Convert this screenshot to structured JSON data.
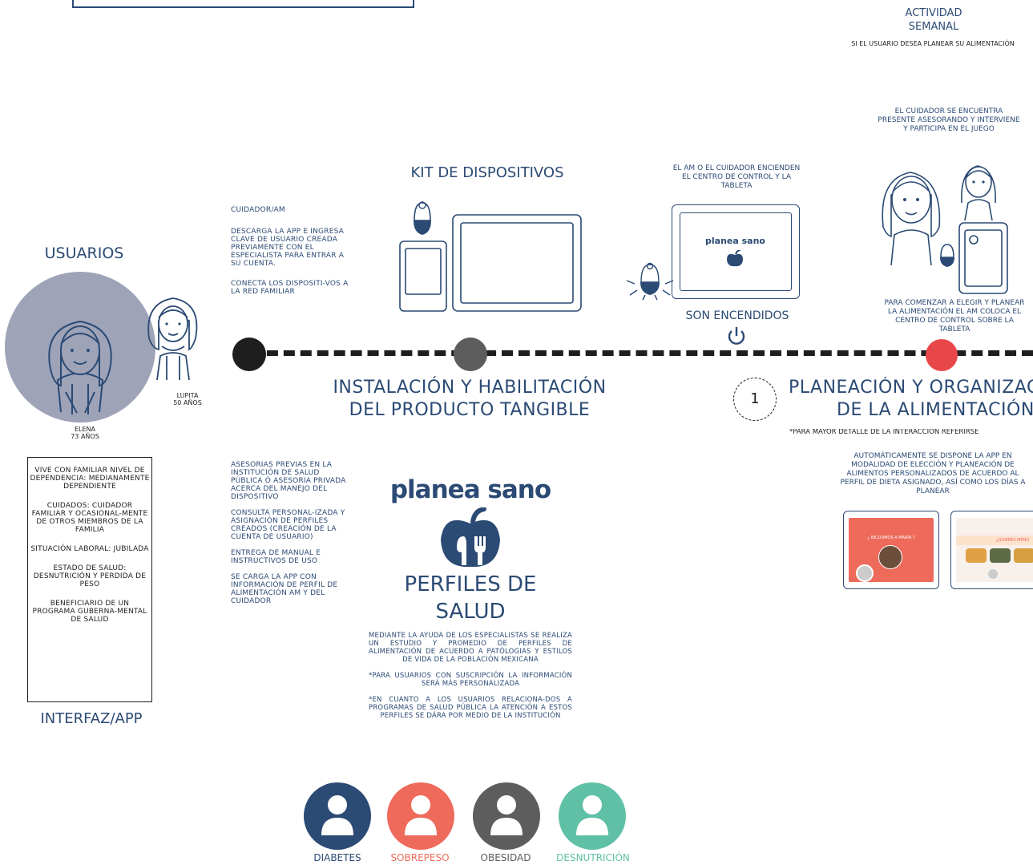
{
  "top_partial_box": "",
  "actividad": {
    "title_line1": "ACTIVIDAD",
    "title_line2": "SEMANAL",
    "subtitle": "SI EL USUARIO DESEA PLANEAR SU ALIMENTACIÓN"
  },
  "usuarios": {
    "title": "USUARIOS",
    "elena_name": "ELENA",
    "elena_age": "73 AÑOS",
    "lupita_name": "LUPITA",
    "lupita_age": "50 AÑOS",
    "profile_items": [
      "VIVE CON FAMILIAR NIVEL DE DEPENDENCIA: MEDIANAMENTE DEPENDIENTE",
      "CUIDADOS: CUIDADOR FAMILIAR Y OCASIONAL-MENTE DE OTROS MIEMBROS DE LA FAMILIA",
      "SITUACIÓN LABORAL: JUBILADA",
      "ESTADO DE SALUD: DESNUTRICIÓN Y PERDIDA DE PESO",
      "BENEFICIARIO DE UN PROGRAMA GUBERNA-MENTAL DE SALUD"
    ],
    "interfaz_label": "INTERFAZ/APP"
  },
  "cuidador_steps": [
    "CUIDADOR/AM",
    "DESCARGA LA APP E INGRESA CLAVE DE USUARIO CREADA PREVIAMENTE CON EL ESPECIALISTA PARA ENTRAR A SU CUENTA.",
    "CONECTA LOS DISPOSITI-VOS A LA RED FAMILIAR"
  ],
  "kit": {
    "title": "KIT DE DISPOSITIVOS"
  },
  "encendido": {
    "caption": "EL AM O EL CUIDADOR ENCIENDEN EL CENTRO DE CONTROL Y LA TABLETA",
    "screen_brand": "planea sano",
    "label": "SON ENCENDIDOS"
  },
  "cuidador_juego": {
    "caption": "EL CUIDADOR SE ENCUENTRA PRESENTE ASESORANDO Y INTERVIENE Y PARTICIPA EN EL JUEGO",
    "comenzar": "PARA COMENZAR A ELEGIR Y PLANEAR LA ALIMENTACIÓN EL AM COLOCA EL CENTRO DE CONTROL SOBRE LA TABLETA"
  },
  "fase1": {
    "title_line1": "INSTALACIÓN Y HABILITACIÓN",
    "title_line2": "DEL PRODUCTO TANGIBLE"
  },
  "fase2": {
    "number": "1",
    "title_line1": "PLANEACIÓN Y ORGANIZACIÓN",
    "title_line2": "DE LA ALIMENTACIÓN",
    "note": "*PARA MAYOR DETALLE DE LA INTERACCIÓN REFERIRSE",
    "desc": "AUTOMÁTICAMENTE SE DISPONE LA APP EN MODALIDAD DE ELECCIÓN Y PLANEACIÓN DE ALIMENTOS PERSONALIZADOS DE ACUERDO AL PERFIL DE DIETA ASIGNADO, ASÍ COMO LOS DÍAS A PLANEAR",
    "screen1_text": "¿ INCLUIMOS A MARÍA ?",
    "screen2_text": "¿QUIERES MENÚ"
  },
  "asesorias_steps": [
    "ASESORIAS PREVIAS EN LA INSTITUCIÓN DE SALUD PÚBLICA Ó ASESORIA PRIVADA ACERCA DEL MANEJO DEL DISPOSITIVO",
    "CONSULTA PERSONAL-IZADA Y ASIGNACIÓN DE PERFILES CREADOS (CREACIÓN DE LA CUENTA DE USUARIO)",
    "ENTREGA DE MANUAL E INSTRUCTIVOS DE USO",
    "SE CARGA LA APP CON INFORMACIÓN DE PERFIL DE ALIMENTACIÓN AM Y DEL CUIDADOR"
  ],
  "perfiles": {
    "brand": "planea sano",
    "title_line1": "PERFILES DE",
    "title_line2": "SALUD",
    "paragraphs": [
      "MEDIANTE LA AYUDA DE LOS ESPECIALISTAS SE REALIZA UN ESTUDIO Y PROMEDIO DE PERFILES DE ALIMENTACIÓN DE ACUERDO A PATÓLOGIAS Y ESTILOS DE VIDA DE LA POBLACIÓN MEXICANA",
      "*PARA USUARIOS CON SUSCRIPCIÓN LA INFORMACIÓN SERÁ MÁS PERSONALIZADA",
      "*EN CUANTO A LOS USUARIOS RELACIONA-DOS A PROGRAMAS DE SALUD PÚBLICA LA ATENCIÓN A ESTOS PERFILES SE DÁRA POR MEDIO DE LA INSTITUCIÓN"
    ],
    "profiles": [
      {
        "label": "DIABETES",
        "color": "#2b4a74"
      },
      {
        "label": "SOBREPESO",
        "color": "#ee6a5b"
      },
      {
        "label": "OBESIDAD",
        "color": "#5d5d5d"
      },
      {
        "label": "DESNUTRICIÓN",
        "color": "#5fc0a6"
      }
    ]
  },
  "colors": {
    "navy": "#2b4a74",
    "coral": "#ee6a5b",
    "gray": "#5d5d5d",
    "teal": "#5fc0a6",
    "timeline_red": "#e8474a",
    "avatar_bg": "#9ea3b8"
  }
}
